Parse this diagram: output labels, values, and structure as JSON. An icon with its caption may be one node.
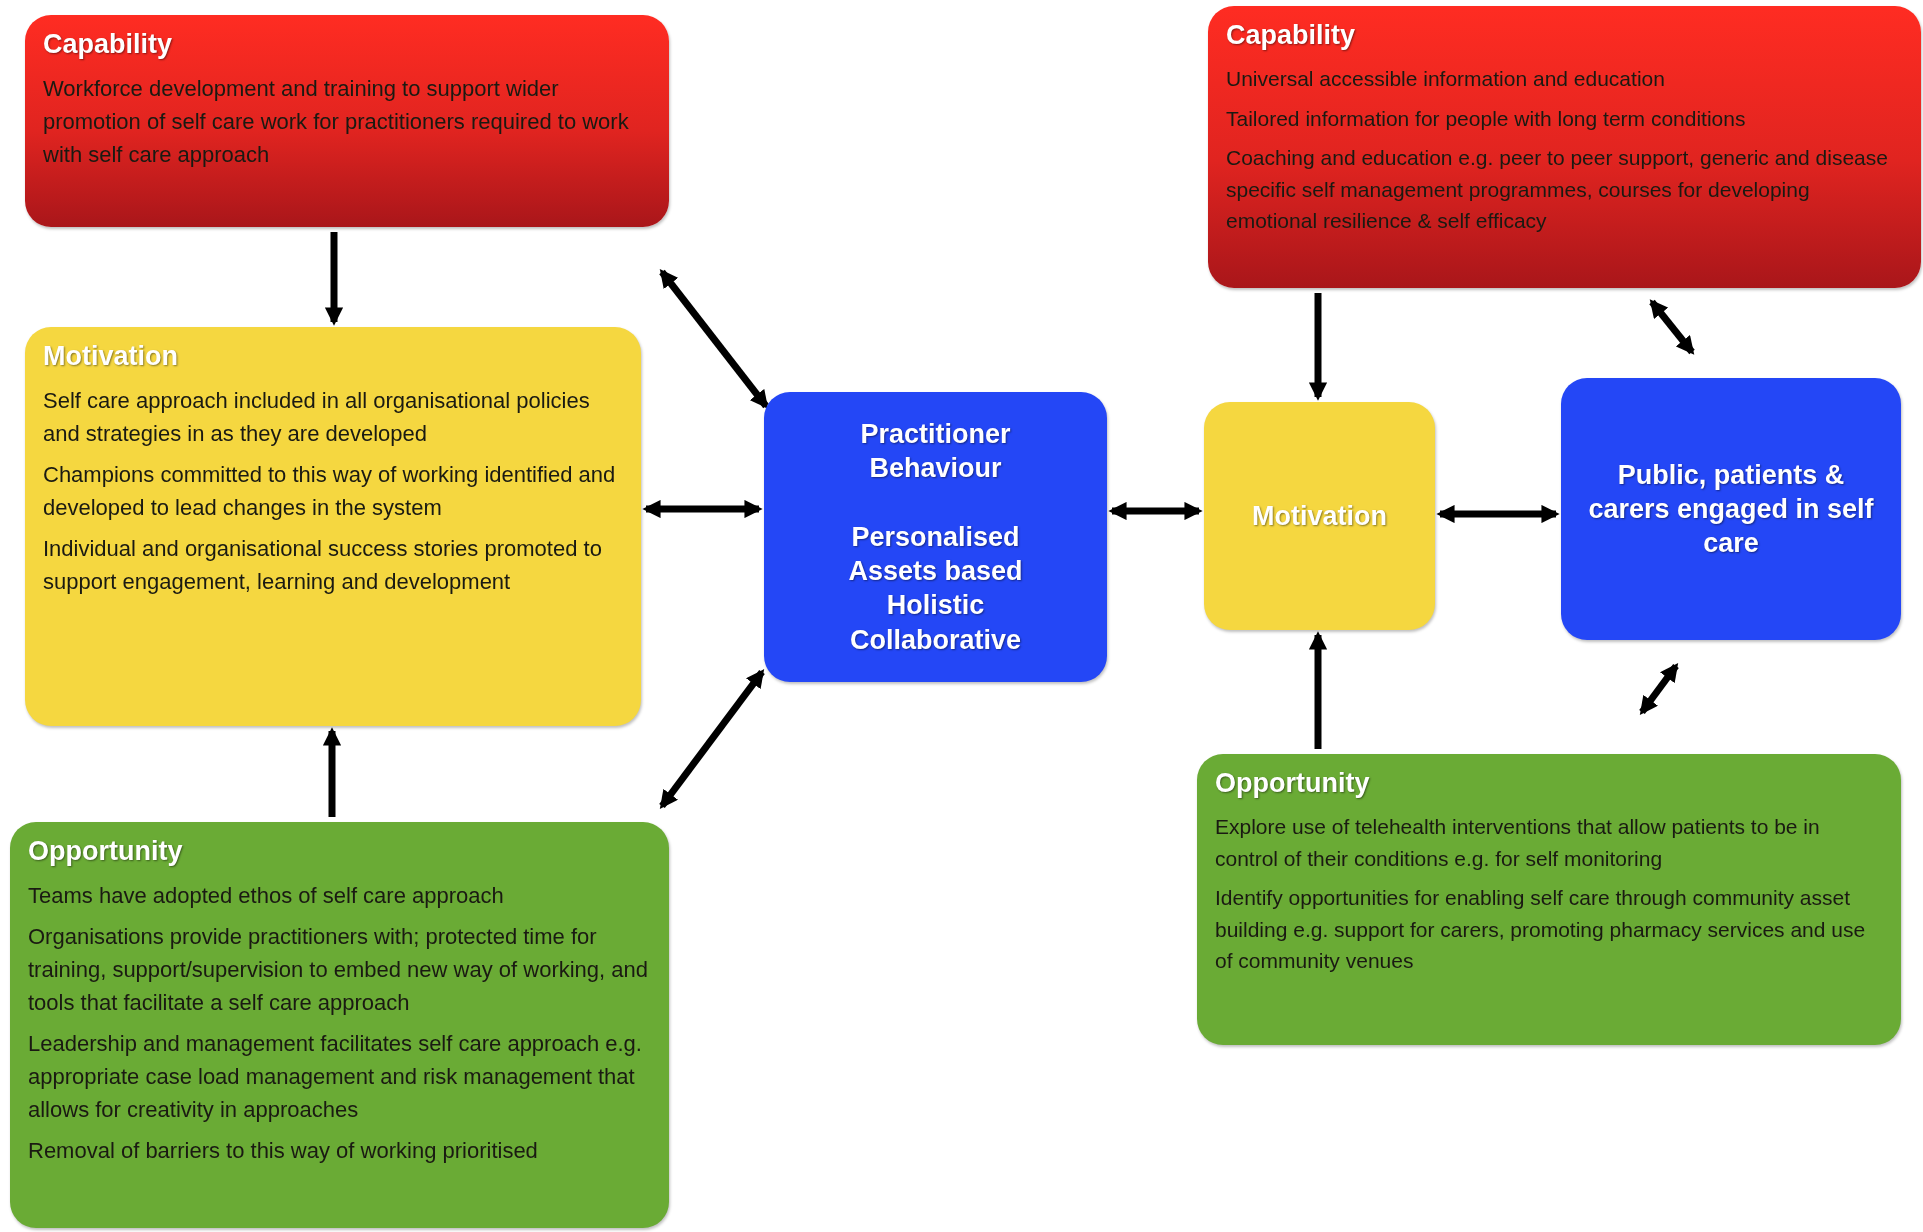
{
  "diagram": {
    "nodes": [
      {
        "text": [
          "Capability",
          "Workforce development and training to support wider promotion of self care work for practitioners required to work with self care approach"
        ]
      },
      {
        "text": [
          "Motivation",
          "Self care approach included in all organisational policies and strategies in as they are developed",
          "Champions committed to this way of working identified and developed to lead changes in the system",
          "Individual and organisational success stories promoted to support engagement, learning and development"
        ]
      },
      {
        "text": [
          "Opportunity",
          "Teams have adopted ethos of self care approach",
          "Organisations provide practitioners with; protected time for training, support/supervision to  embed new way of working, and tools that facilitate a self care approach",
          "Leadership and management facilitates self care approach e.g. appropriate case load management and risk management that allows for creativity in approaches",
          "Removal of barriers to this way of working prioritised"
        ]
      },
      {
        "text": [
          "Practitioner Behaviour",
          "Personalised Assets based Holistic Collaborative"
        ]
      },
      {
        "text": [
          "Capability",
          "Universal accessible information and education",
          "Tailored information for people with long term conditions",
          "Coaching and education e.g. peer to peer support, generic and disease specific self management programmes, courses for developing emotional resilience & self efficacy"
        ]
      },
      {
        "text": [
          "Motivation"
        ]
      },
      {
        "text": [
          "Public, patients & carers engaged in self care"
        ]
      },
      {
        "text": [
          "Opportunity",
          "Explore use of telehealth interventions that allow patients to be in control of their conditions e.g. for self monitoring",
          "Identify opportunities for enabling self care through community asset building e.g. support for carers, promoting pharmacy services and use of community venues"
        ]
      }
    ],
    "edges": [
      {
        "from": 0,
        "to": 1,
        "arrow": "to"
      },
      {
        "from": 1,
        "to": 3,
        "arrow": "both"
      },
      {
        "from": 2,
        "to": 1,
        "arrow": "to"
      },
      {
        "from": 0,
        "to": 3,
        "arrow": "both"
      },
      {
        "from": 2,
        "to": 3,
        "arrow": "both"
      },
      {
        "from": 3,
        "to": 5,
        "arrow": "both"
      },
      {
        "from": 5,
        "to": 6,
        "arrow": "both"
      },
      {
        "from": 4,
        "to": 5,
        "arrow": "to"
      },
      {
        "from": 4,
        "to": 6,
        "arrow": "both"
      },
      {
        "from": 7,
        "to": 5,
        "arrow": "to"
      },
      {
        "from": 7,
        "to": 6,
        "arrow": "both"
      }
    ]
  }
}
